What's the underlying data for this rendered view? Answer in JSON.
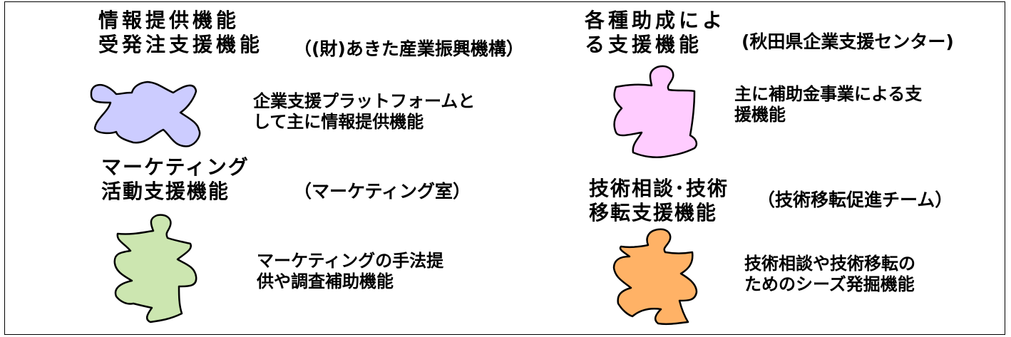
{
  "blocks": [
    {
      "title_lines": [
        "情報提供機能",
        "受発注支援機能"
      ],
      "org": "（(財)あきた産業振興機構）",
      "desc_lines": [
        "企業支援プラットフォームと",
        "して主に情報提供機能"
      ],
      "piece_color": "#ccccff"
    },
    {
      "title_lines": [
        "各種助成によ",
        "る支援機能"
      ],
      "org": "(秋田県企業支援センター)",
      "desc_lines": [
        "主に補助金事業による支",
        "援機能"
      ],
      "piece_color": "#ffccff"
    },
    {
      "title_lines": [
        "マーケティング",
        "活動支援機能"
      ],
      "org": "（マーケティング室）",
      "desc_lines": [
        "マーケティングの手法提",
        "供や調査補助機能"
      ],
      "piece_color": "#cce6b0"
    },
    {
      "title_lines": [
        "技術相談･技術",
        "移転支援機能"
      ],
      "org": "（技術移転促進チーム）",
      "desc_lines": [
        "技術相談や技術移転の",
        "ためのシーズ発掘機能"
      ],
      "piece_color": "#ffb266"
    }
  ]
}
